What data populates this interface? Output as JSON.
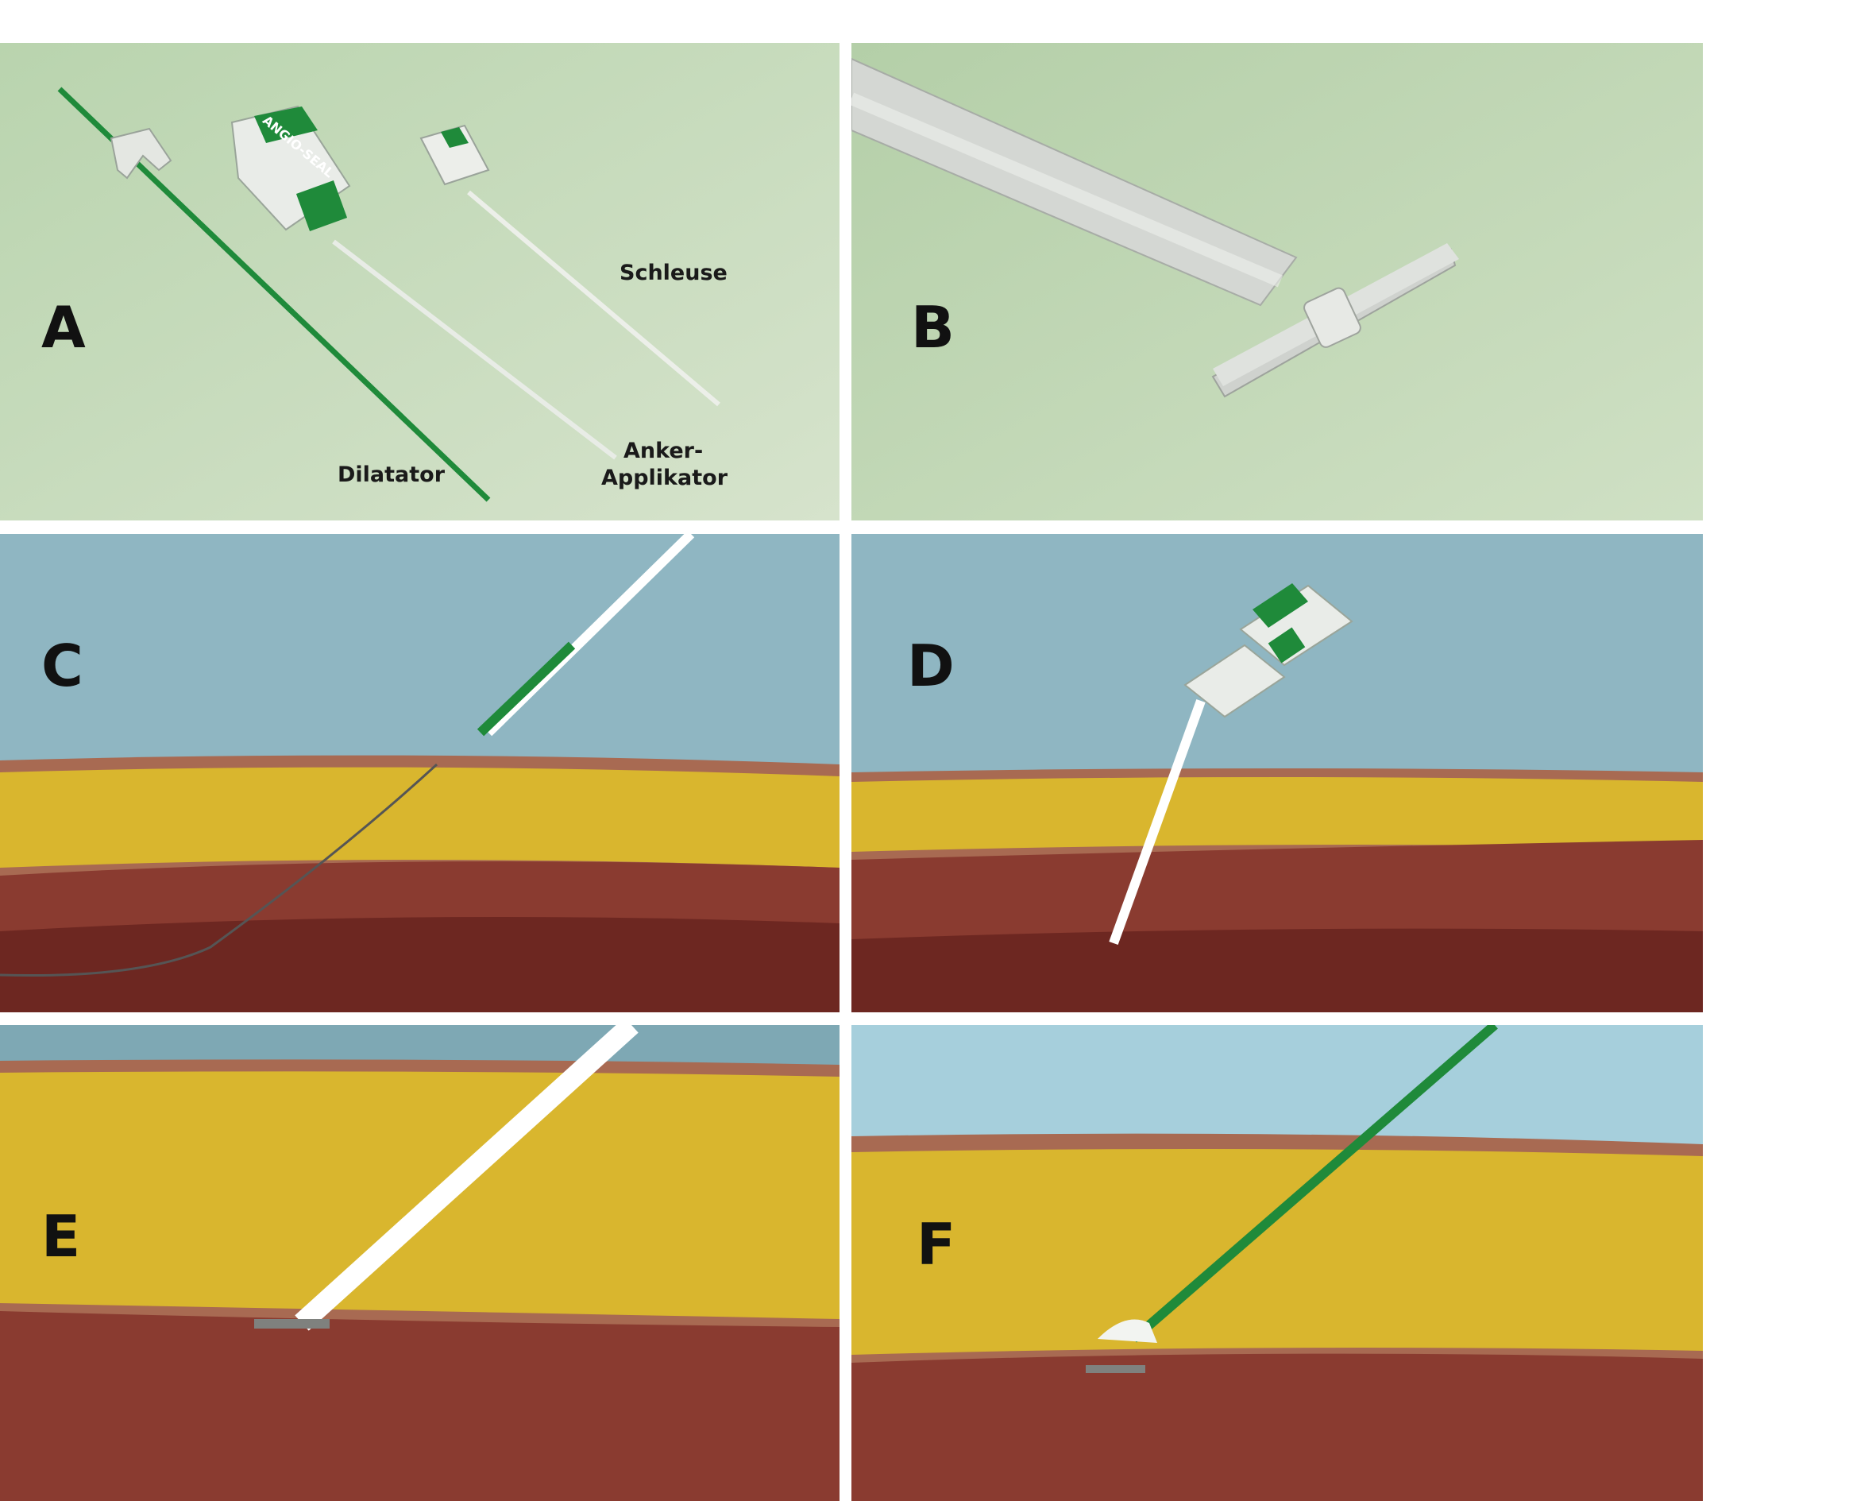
{
  "panels": {
    "a": {
      "letter": "A"
    },
    "b": {
      "letter": "B"
    },
    "c": {
      "letter": "C"
    },
    "d": {
      "letter": "D"
    },
    "e": {
      "letter": "E"
    },
    "f": {
      "letter": "F"
    }
  },
  "components": {
    "sheath": "Schleuse",
    "dilator": "Dilatator",
    "anchor_line1": "Anker-",
    "anchor_line2": "Applikator",
    "device_logo": "ANGIO-SEAL"
  },
  "colors": {
    "green_bg": "#c8dcbe",
    "blue_bg": "#8fb6c2",
    "fat": "#d9b62e",
    "muscle": "#8a3b30",
    "device_green": "#1f8a3a"
  }
}
